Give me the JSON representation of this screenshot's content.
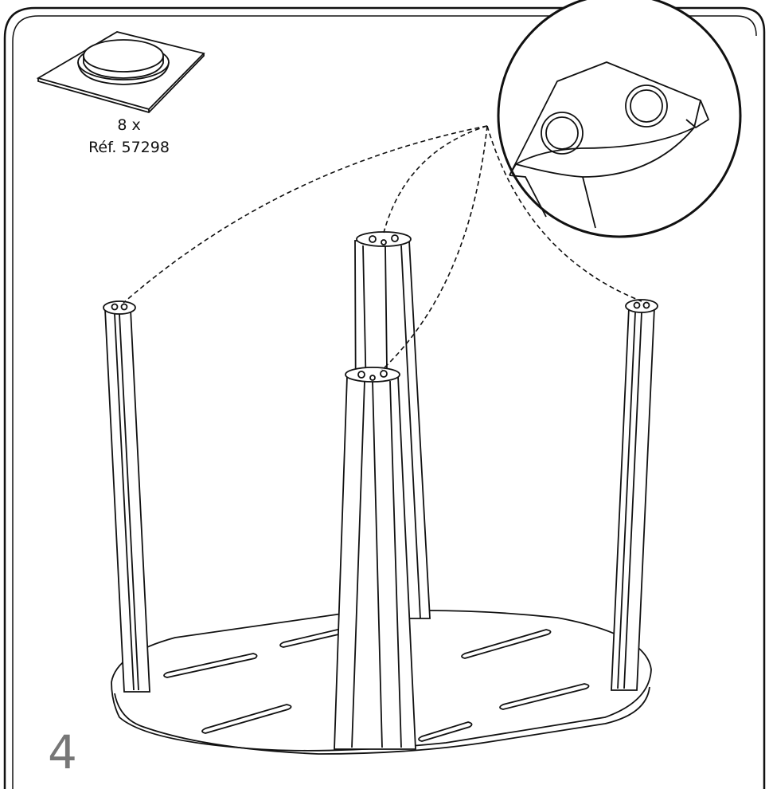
{
  "part": {
    "quantity": "8 x",
    "reference": "Réf. 57298"
  },
  "step": {
    "number": "4"
  }
}
